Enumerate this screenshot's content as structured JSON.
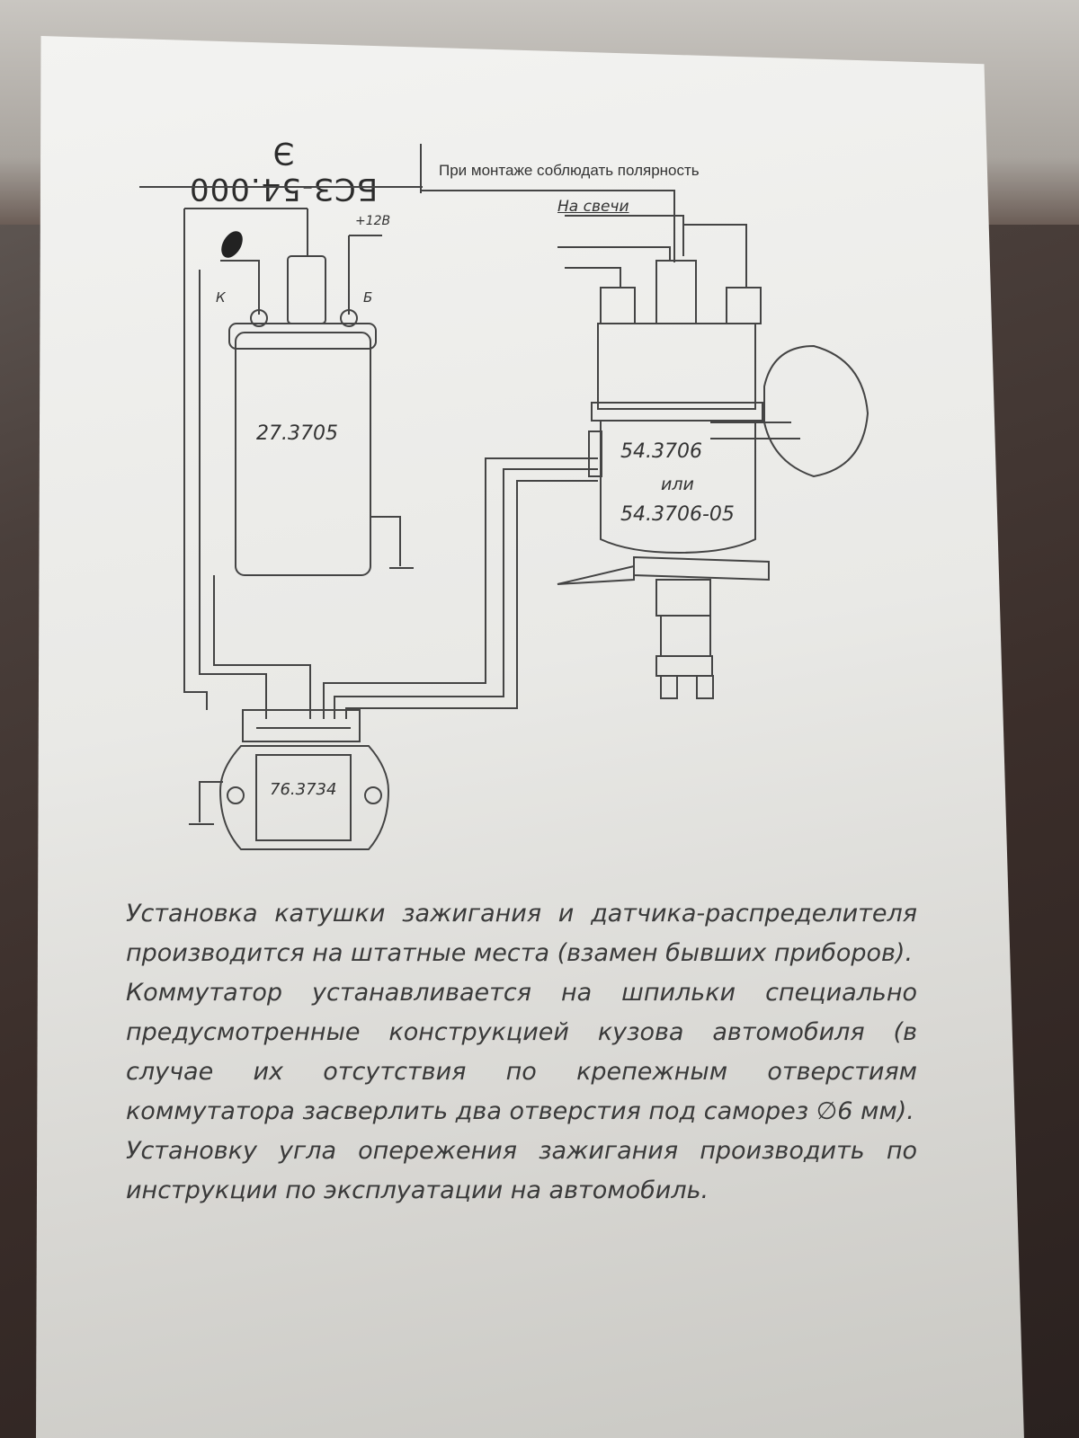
{
  "header": {
    "code": "БСЗ-54.000 Э",
    "polarity_note": "При монтаже соблюдать полярность"
  },
  "diagram": {
    "to_plugs": "На свечи",
    "plus_12v": "+12В",
    "terminal_k": "К",
    "terminal_b": "Б",
    "coil_model": "27.3705",
    "distributor_model_1": "54.3706",
    "distributor_or": "или",
    "distributor_model_2": "54.3706-05",
    "switch_model": "76.3734"
  },
  "instructions": [
    "Установка катушки зажигания и датчика-распределителя производится на штатные места (взамен бывших приборов).",
    "Коммутатор устанавливается на шпильки специально предусмотренные конструкцией кузова автомобиля (в случае их отсутствия по крепежным отверстиям коммутатора засверлить два отверстия под саморез ∅6 мм).",
    "Установку угла опережения зажигания производить по инструкции по эксплуатации на автомобиль."
  ]
}
